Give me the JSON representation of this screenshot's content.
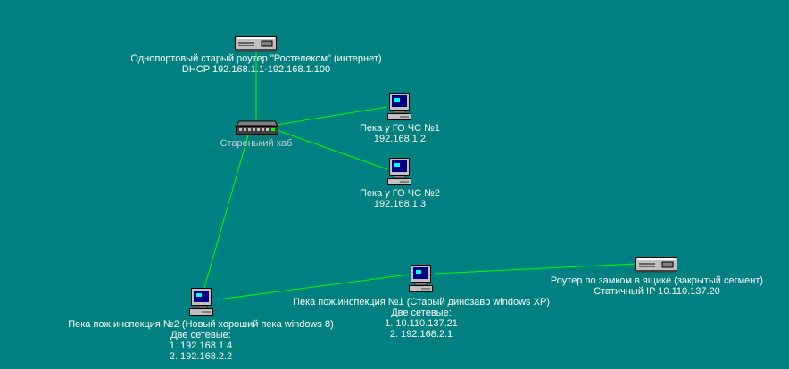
{
  "colors": {
    "background": "#008080",
    "link": "#00ff00",
    "label": "#ffffff",
    "hub_label": "#c8d0d0"
  },
  "nodes": {
    "router_inet": {
      "icon": "router-icon",
      "lines": [
        "Однопортовый старый роутер \"Ростелеком\" (интернет)",
        "DHCP 192.168.1.1-192.168.1.100"
      ]
    },
    "hub": {
      "icon": "hub-icon",
      "lines": [
        "Старенький хаб"
      ]
    },
    "pc_go1": {
      "icon": "computer-icon",
      "lines": [
        "Пека у ГО ЧС №1",
        "192.168.1.2"
      ]
    },
    "pc_go2": {
      "icon": "computer-icon",
      "lines": [
        "Пека у ГО ЧС №2",
        "192.168.1.3"
      ]
    },
    "pc_fire2": {
      "icon": "computer-icon",
      "lines": [
        "Пека пож.инспекция №2 (Новый хороший пека windows 8)",
        "Две сетевые:",
        "1. 192.168.1.4",
        "2. 192.168.2.2"
      ]
    },
    "pc_fire1": {
      "icon": "computer-icon",
      "lines": [
        "Пека пож.инспекция №1 (Старый динозавр windows XP)",
        "Две сетевые:",
        "1. 10.110.137.21",
        "2. 192.168.2.1"
      ]
    },
    "router_closed": {
      "icon": "router-icon",
      "lines": [
        "Роутер по замком в ящике (закрытый сегмент)",
        "Статичный IP 10.110.137.20"
      ]
    }
  }
}
